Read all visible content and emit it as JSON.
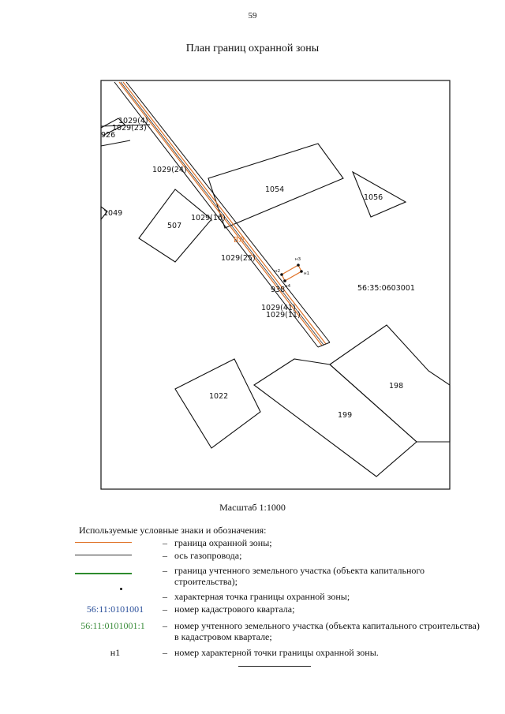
{
  "page_number": "59",
  "title": "План границ охранной зоны",
  "scale": "Масштаб 1:1000",
  "colors": {
    "zone_boundary": "#e0742a",
    "gas_axis": "#333333",
    "parcel_boundary": "#2e8b2e",
    "quarter_number": "#2a4f9a",
    "parcel_number": "#3a8c3a"
  },
  "map": {
    "labels": {
      "l_1029_4": "1029(4)",
      "l_1029_23": "1029(23)",
      "l_926": "926",
      "l_1029_24": "1029(24)",
      "l_1054": "1054",
      "l_1056": "1056",
      "l_1049": "1049",
      "l_507": "507",
      "l_1029_16": "1029(16)",
      "l_1029_25": "1029(25)",
      "l_qa": "ВЛ",
      "l_938": "938",
      "l_quarter": "56:35:0603001",
      "l_1029_41": "1029(41)",
      "l_1029_11": "1029(11)",
      "l_1022": "1022",
      "l_198": "198",
      "l_199": "199"
    },
    "points": {
      "n1": "н1",
      "n2": "н2",
      "n3": "н3",
      "n4": "н4"
    }
  },
  "legend": {
    "heading": "Используемые условные знаки и обозначения:",
    "dash": "–",
    "items": [
      {
        "text": "граница охранной зоны;"
      },
      {
        "text": "ось газопровода;"
      },
      {
        "text": "граница учтенного земельного участка (объекта капитального строительства);"
      },
      {
        "text": "характерная точка границы охранной зоны;"
      },
      {
        "sample": "56:11:0101001",
        "text": "номер кадастрового квартала;"
      },
      {
        "sample": "56:11:0101001:1",
        "text": "номер учтенного земельного участка (объекта капитального строительства) в кадастровом квартале;"
      },
      {
        "sample": "н1",
        "text": "номер характерной точки границы охранной зоны."
      }
    ]
  }
}
